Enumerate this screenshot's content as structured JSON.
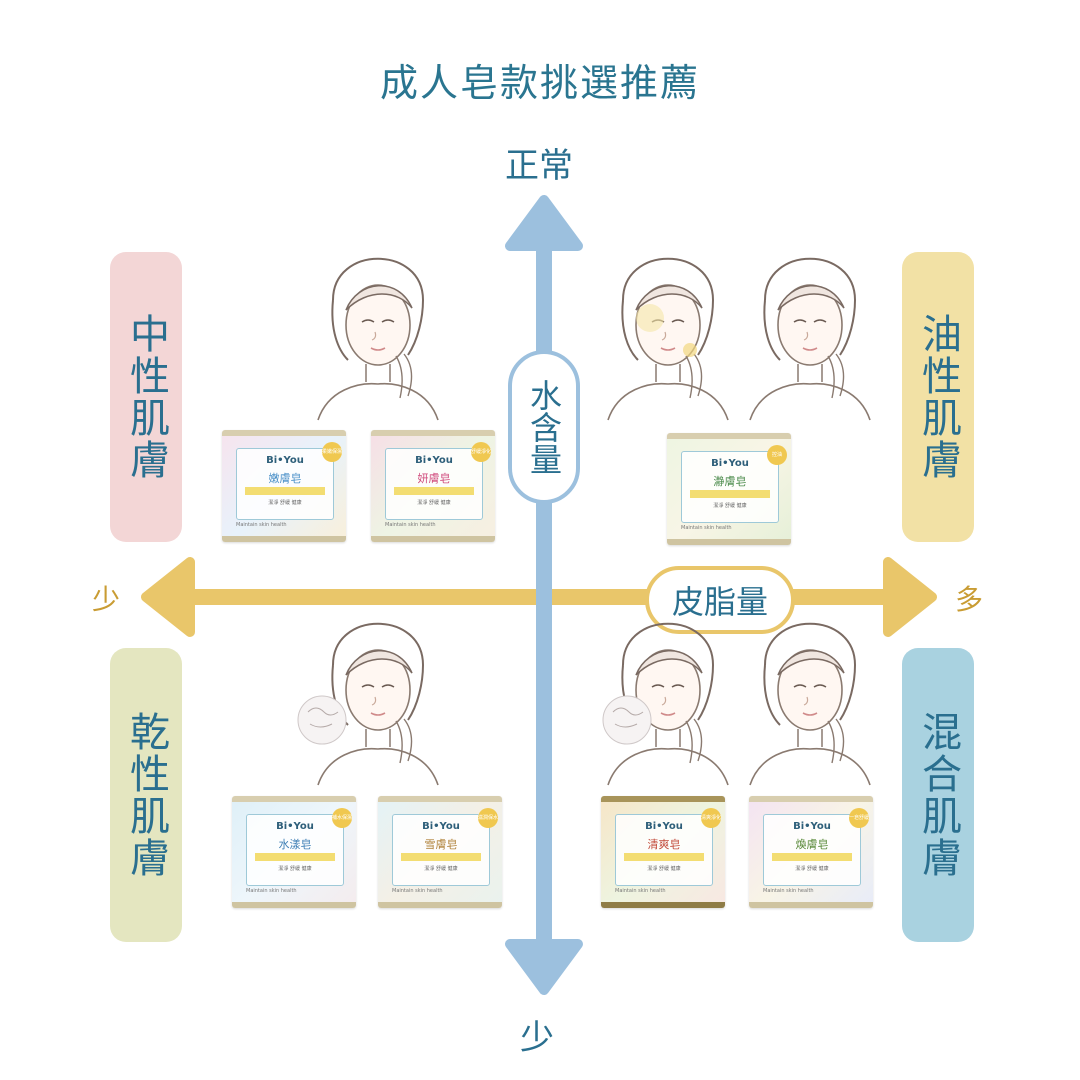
{
  "title": "成人皂款挑選推薦",
  "axes": {
    "vertical": {
      "name": "水含量",
      "top_label": "正常",
      "bottom_label": "少"
    },
    "horizontal": {
      "name": "皮脂量",
      "left_label": "少",
      "right_label": "多"
    }
  },
  "quadrants": {
    "top_left": {
      "label": "中性肌膚",
      "color": "#f3d6d6"
    },
    "top_right": {
      "label": "油性肌膚",
      "color": "#f2e1a5"
    },
    "bottom_left": {
      "label": "乾性肌膚",
      "color": "#e4e6c0"
    },
    "bottom_right": {
      "label": "混合肌膚",
      "color": "#a9d2e0"
    }
  },
  "soaps": [
    {
      "brand": "Bi•You",
      "name": "嫩膚皂",
      "line": "潔淨 舒緩 健康",
      "foot": "Maintain skin health",
      "badge": "柔嫩保濕",
      "color": "#4a90c8"
    },
    {
      "brand": "Bi•You",
      "name": "妍膚皂",
      "line": "潔淨 舒緩 健康",
      "foot": "Maintain skin health",
      "badge": "舒緩淨化",
      "color": "#d04a7c"
    },
    {
      "brand": "Bi•You",
      "name": "瀞膚皂",
      "line": "潔淨 舒緩 健康",
      "foot": "Maintain skin health",
      "badge": "控油",
      "color": "#4a8a4a"
    },
    {
      "brand": "Bi•You",
      "name": "水漾皂",
      "line": "潔淨 舒緩 健康",
      "foot": "Maintain skin health",
      "badge": "補水保濕",
      "color": "#3f7fb5"
    },
    {
      "brand": "Bi•You",
      "name": "雪膚皂",
      "line": "潔淨 舒緩 健康",
      "foot": "Maintain skin health",
      "badge": "滋潤保水",
      "color": "#b0823a"
    },
    {
      "brand": "Bi•You",
      "name": "清爽皂",
      "line": "潔淨 舒緩 健康",
      "foot": "Maintain skin health",
      "badge": "清爽淨化",
      "color": "#c24a3a"
    },
    {
      "brand": "Bi•You",
      "name": "煥膚皂",
      "line": "潔淨 舒緩 健康",
      "foot": "Maintain skin health",
      "badge": "一皂舒緩",
      "color": "#5a8a3a"
    }
  ],
  "colors": {
    "vertical_axis": "#9cc0de",
    "horizontal_axis": "#e9c66a",
    "text": "#2a6f8f"
  }
}
